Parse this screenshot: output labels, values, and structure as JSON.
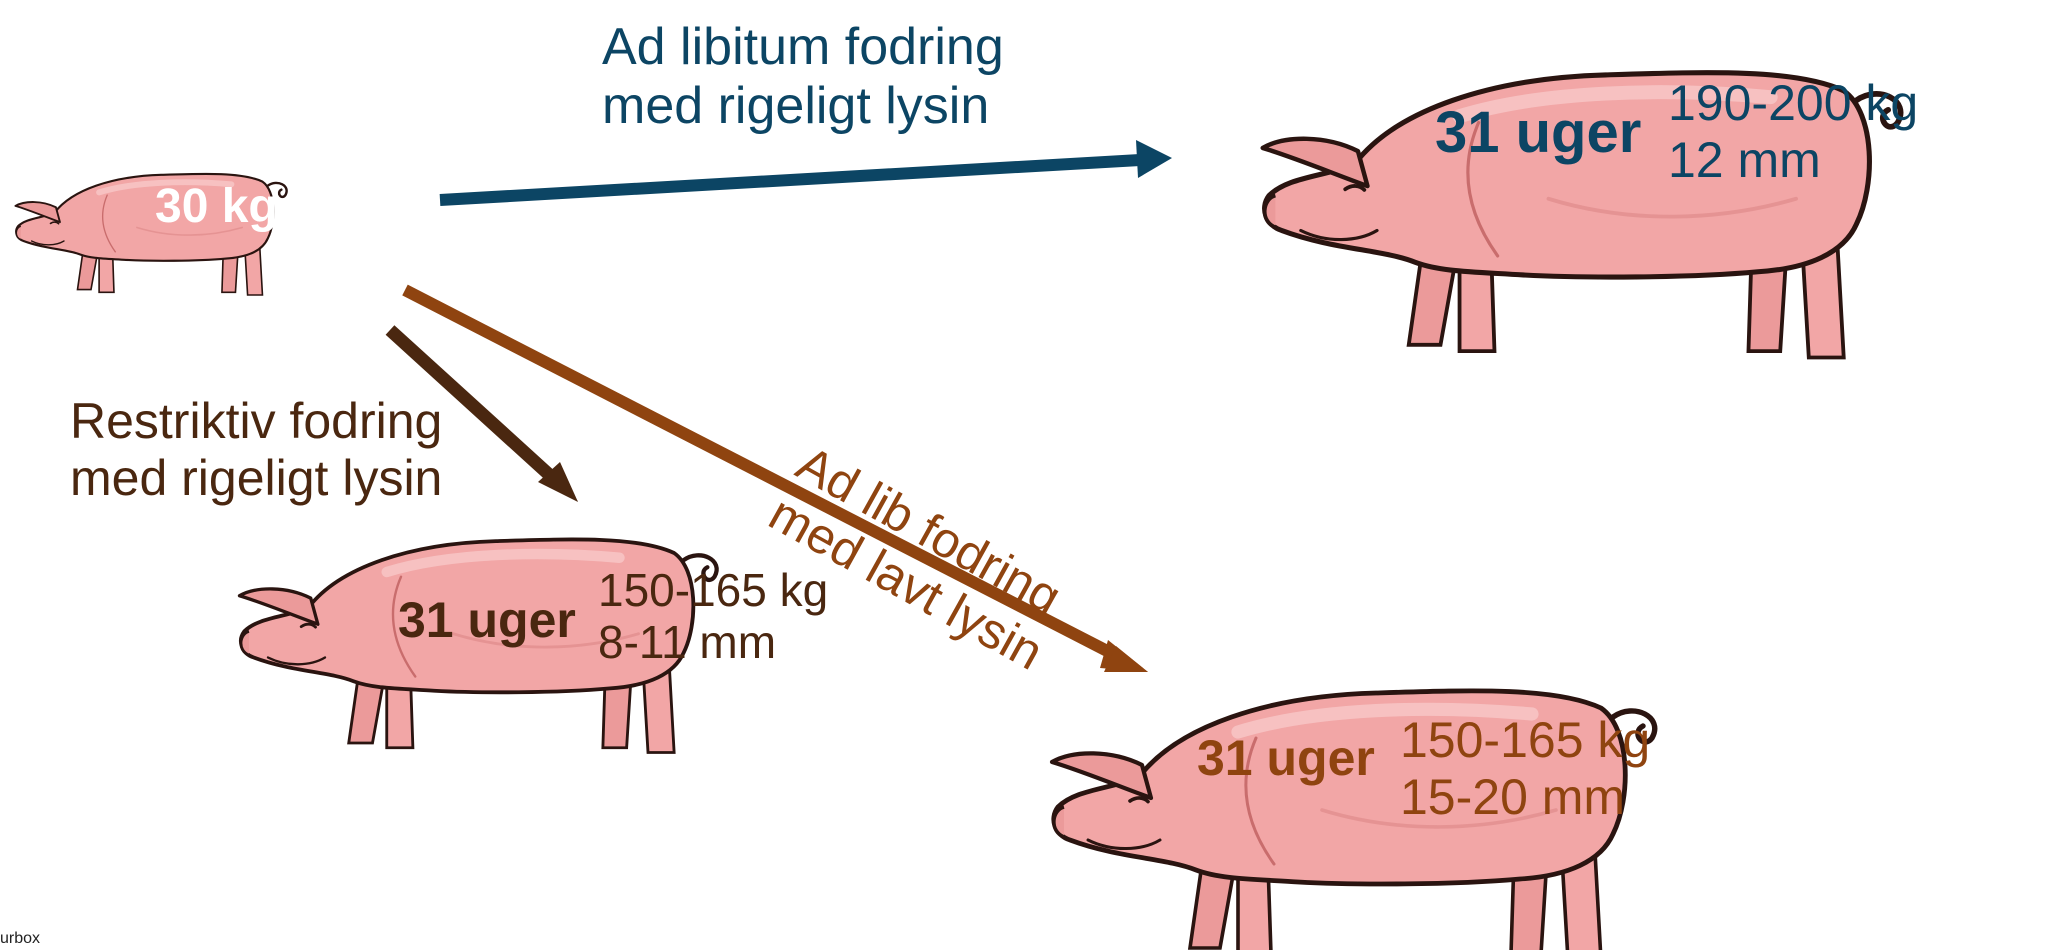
{
  "colors": {
    "arrow_ad_libitum": "#0c4564",
    "arrow_restriktiv": "#4a2710",
    "arrow_lavt_lysin": "#8f4410",
    "pig_body": "#f2a6a6",
    "pig_outline": "#2a1410"
  },
  "start_pig": {
    "weight": "30 kg"
  },
  "paths": {
    "ad_libitum": {
      "label_line1": "Ad libitum fodring",
      "label_line2": "med rigeligt lysin",
      "age": "31 uger",
      "weight": "190-200 kg",
      "fat": "12 mm"
    },
    "restriktiv": {
      "label_line1": "Restriktiv fodring",
      "label_line2": "med rigeligt lysin",
      "age": "31 uger",
      "weight": "150-165 kg",
      "fat": "8-11 mm"
    },
    "lavt_lysin": {
      "label_line1": "Ad lib fodring",
      "label_line2": "med lavt lysin",
      "age": "31 uger",
      "weight": "150-165 kg",
      "fat": "15-20 mm"
    }
  },
  "footer": {
    "fragment": "urbox"
  }
}
